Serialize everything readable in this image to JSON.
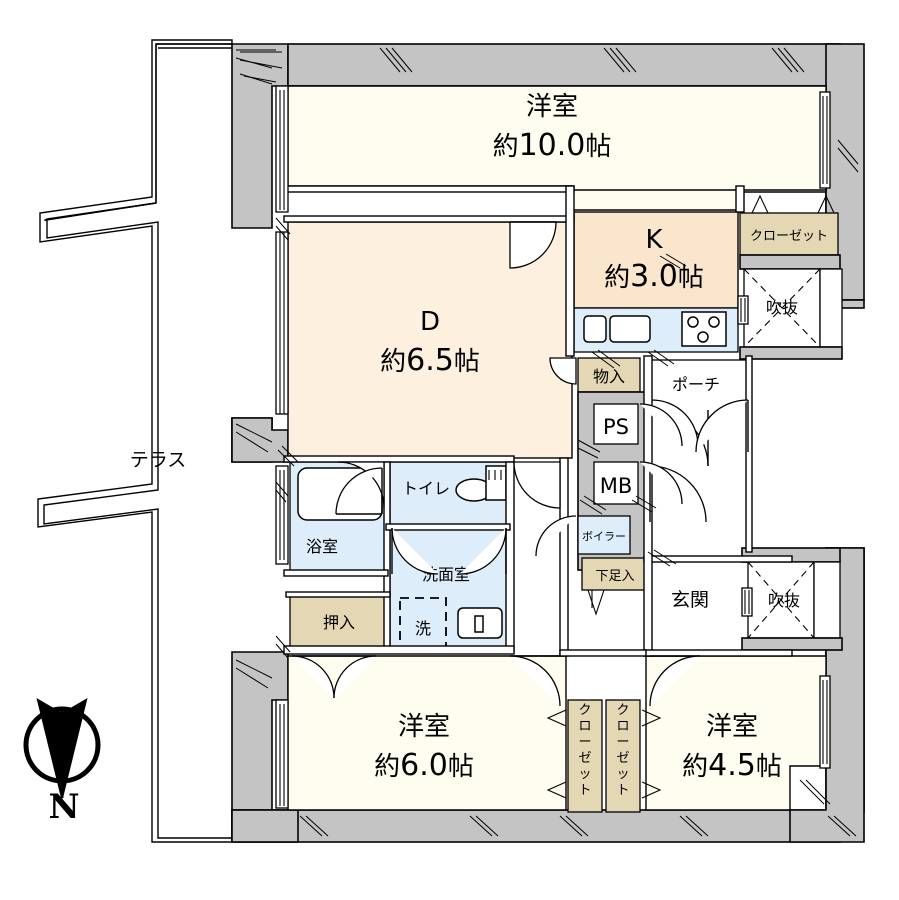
{
  "plan": {
    "type": "japanese-apartment-floorplan",
    "compass": {
      "label": "N",
      "direction": "down"
    },
    "outdoor": {
      "terrace_label": "テラス"
    },
    "rooms": [
      {
        "id": "bedroom-main",
        "name": "洋室",
        "size_prefix": "約",
        "size_value": "10.0",
        "size_unit": "帖",
        "fill": "#fefdf0"
      },
      {
        "id": "dining",
        "name": "D",
        "size_prefix": "約",
        "size_value": "6.5",
        "size_unit": "帖",
        "fill": "#fdf0df"
      },
      {
        "id": "kitchen",
        "name": "K",
        "size_prefix": "約",
        "size_value": "3.0",
        "size_unit": "帖",
        "fill": "#fae6cd"
      },
      {
        "id": "bedroom-south",
        "name": "洋室",
        "size_prefix": "約",
        "size_value": "6.0",
        "size_unit": "帖",
        "fill": "#fefdf0"
      },
      {
        "id": "bedroom-east",
        "name": "洋室",
        "size_prefix": "約",
        "size_value": "4.5",
        "size_unit": "帖",
        "fill": "#fefdf0"
      }
    ],
    "spaces": {
      "bath": "浴室",
      "toilet": "トイレ",
      "washroom": "洗面室",
      "washer": "洗",
      "oshiire": "押入",
      "monoire": "物入",
      "ps": "PS",
      "mb": "MB",
      "boiler": "ボイラー",
      "getabako": "下足入",
      "porch": "ポーチ",
      "entrance": "玄関",
      "closet_top": "クローゼット",
      "closet_mid_left": "クローゼット",
      "closet_mid_right": "クローゼット",
      "void_upper": "吹抜",
      "void_lower": "吹抜"
    },
    "colors": {
      "bedroom": "#fefdf0",
      "dining": "#fdf0df",
      "kitchen": "#fae6cd",
      "wet_area": "#ddeefa",
      "closet": "#e3d7b4",
      "structural_wall": "#c4c4c4",
      "line": "#000000",
      "background": "#ffffff"
    }
  }
}
